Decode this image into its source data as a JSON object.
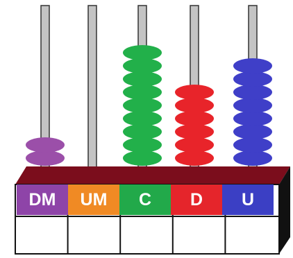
{
  "columns": [
    {
      "label": "DM",
      "beads": 2,
      "bead_color": "#9b4fa9",
      "label_color": "#8e44a8"
    },
    {
      "label": "UM",
      "beads": 0,
      "bead_color": "#f08a24",
      "label_color": "#f08a24"
    },
    {
      "label": "C",
      "beads": 9,
      "bead_color": "#22b04a",
      "label_color": "#22a94a"
    },
    {
      "label": "D",
      "beads": 6,
      "bead_color": "#e8242a",
      "label_color": "#e5252b"
    },
    {
      "label": "U",
      "beads": 8,
      "bead_color": "#3f3fc8",
      "label_color": "#3b3fc4"
    }
  ],
  "colors": {
    "base_top": "#7b0d1c",
    "base_side": "#111111",
    "rod": "#c4c4c4",
    "rod_outline": "#333333",
    "grid_line": "#111111"
  }
}
